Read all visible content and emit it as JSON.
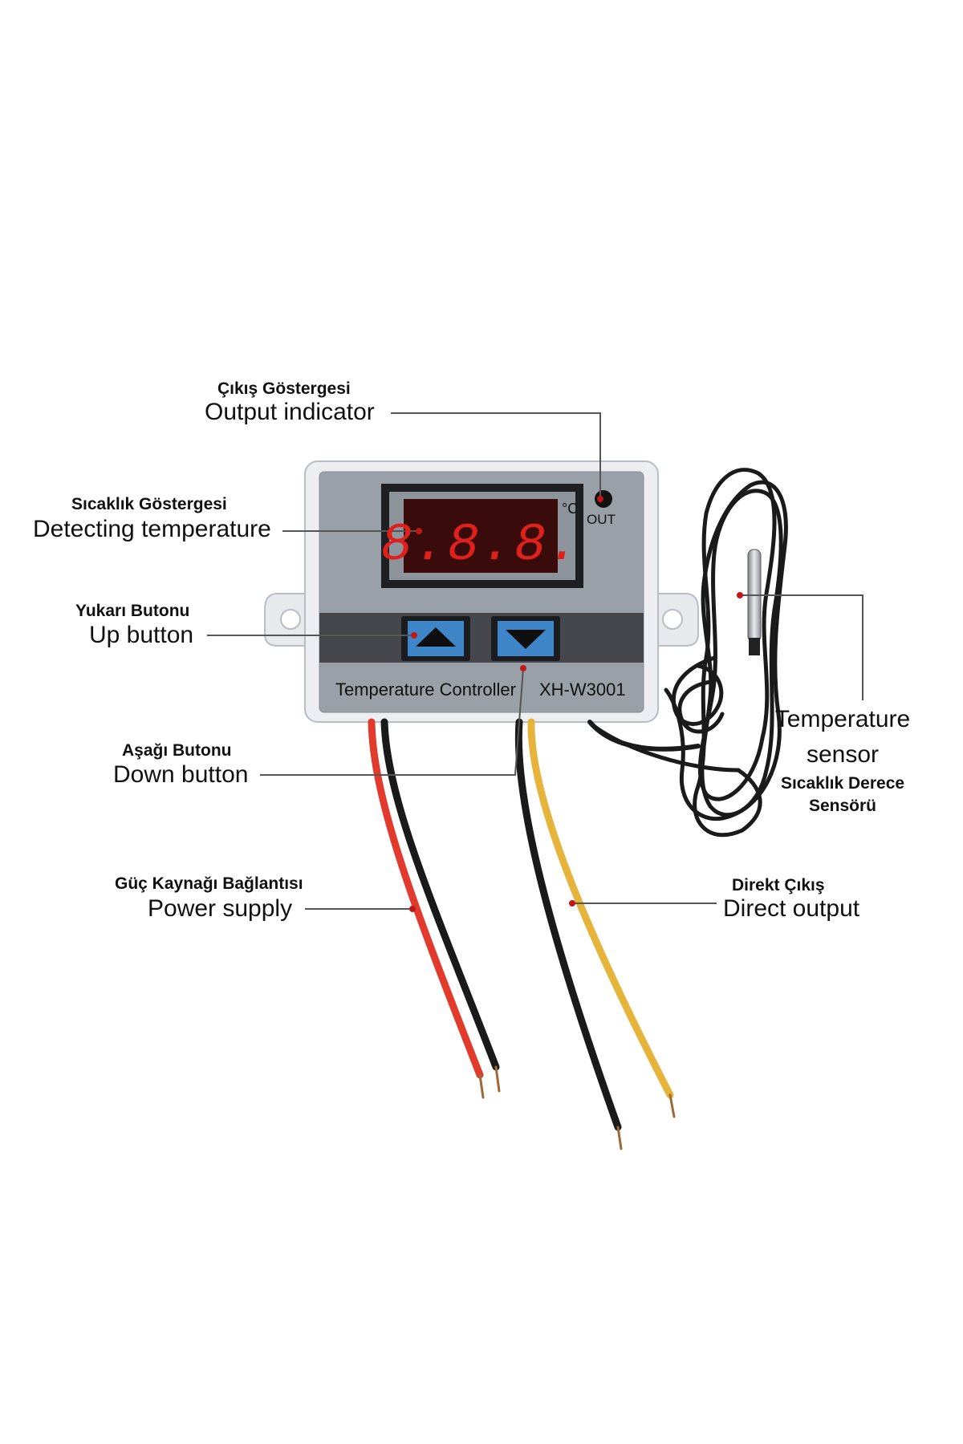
{
  "device": {
    "display_readout": "8.8.8.",
    "unit": "°C",
    "out_label": "OUT",
    "panel_title": "Temperature Controller",
    "model": "XH-W3001",
    "colors": {
      "housing": "#eceef2",
      "panel": "#9aa0a8",
      "button_strip": "#45474c",
      "button_blue": "#3f86c8",
      "display_red": "#e0201c",
      "wire_red": "#e23b2e",
      "wire_black": "#1a1a1a",
      "wire_yellow": "#e6b43a"
    }
  },
  "annotations": {
    "output_indicator": {
      "tr": "Çıkış Göstergesi",
      "en": "Output indicator"
    },
    "detecting_temperature": {
      "tr": "Sıcaklık Göstergesi",
      "en": "Detecting temperature"
    },
    "up_button": {
      "tr": "Yukarı Butonu",
      "en": "Up button"
    },
    "down_button": {
      "tr": "Aşağı Butonu",
      "en": "Down button"
    },
    "power_supply": {
      "tr": "Güç Kaynağı Bağlantısı",
      "en": "Power supply"
    },
    "temperature_sensor": {
      "en_line1": "Temperature",
      "en_line2": "sensor",
      "tr_line1": "Sıcaklık Derece",
      "tr_line2": "Sensörü"
    },
    "direct_output": {
      "tr": "Direkt Çıkış",
      "en": "Direct output"
    }
  }
}
